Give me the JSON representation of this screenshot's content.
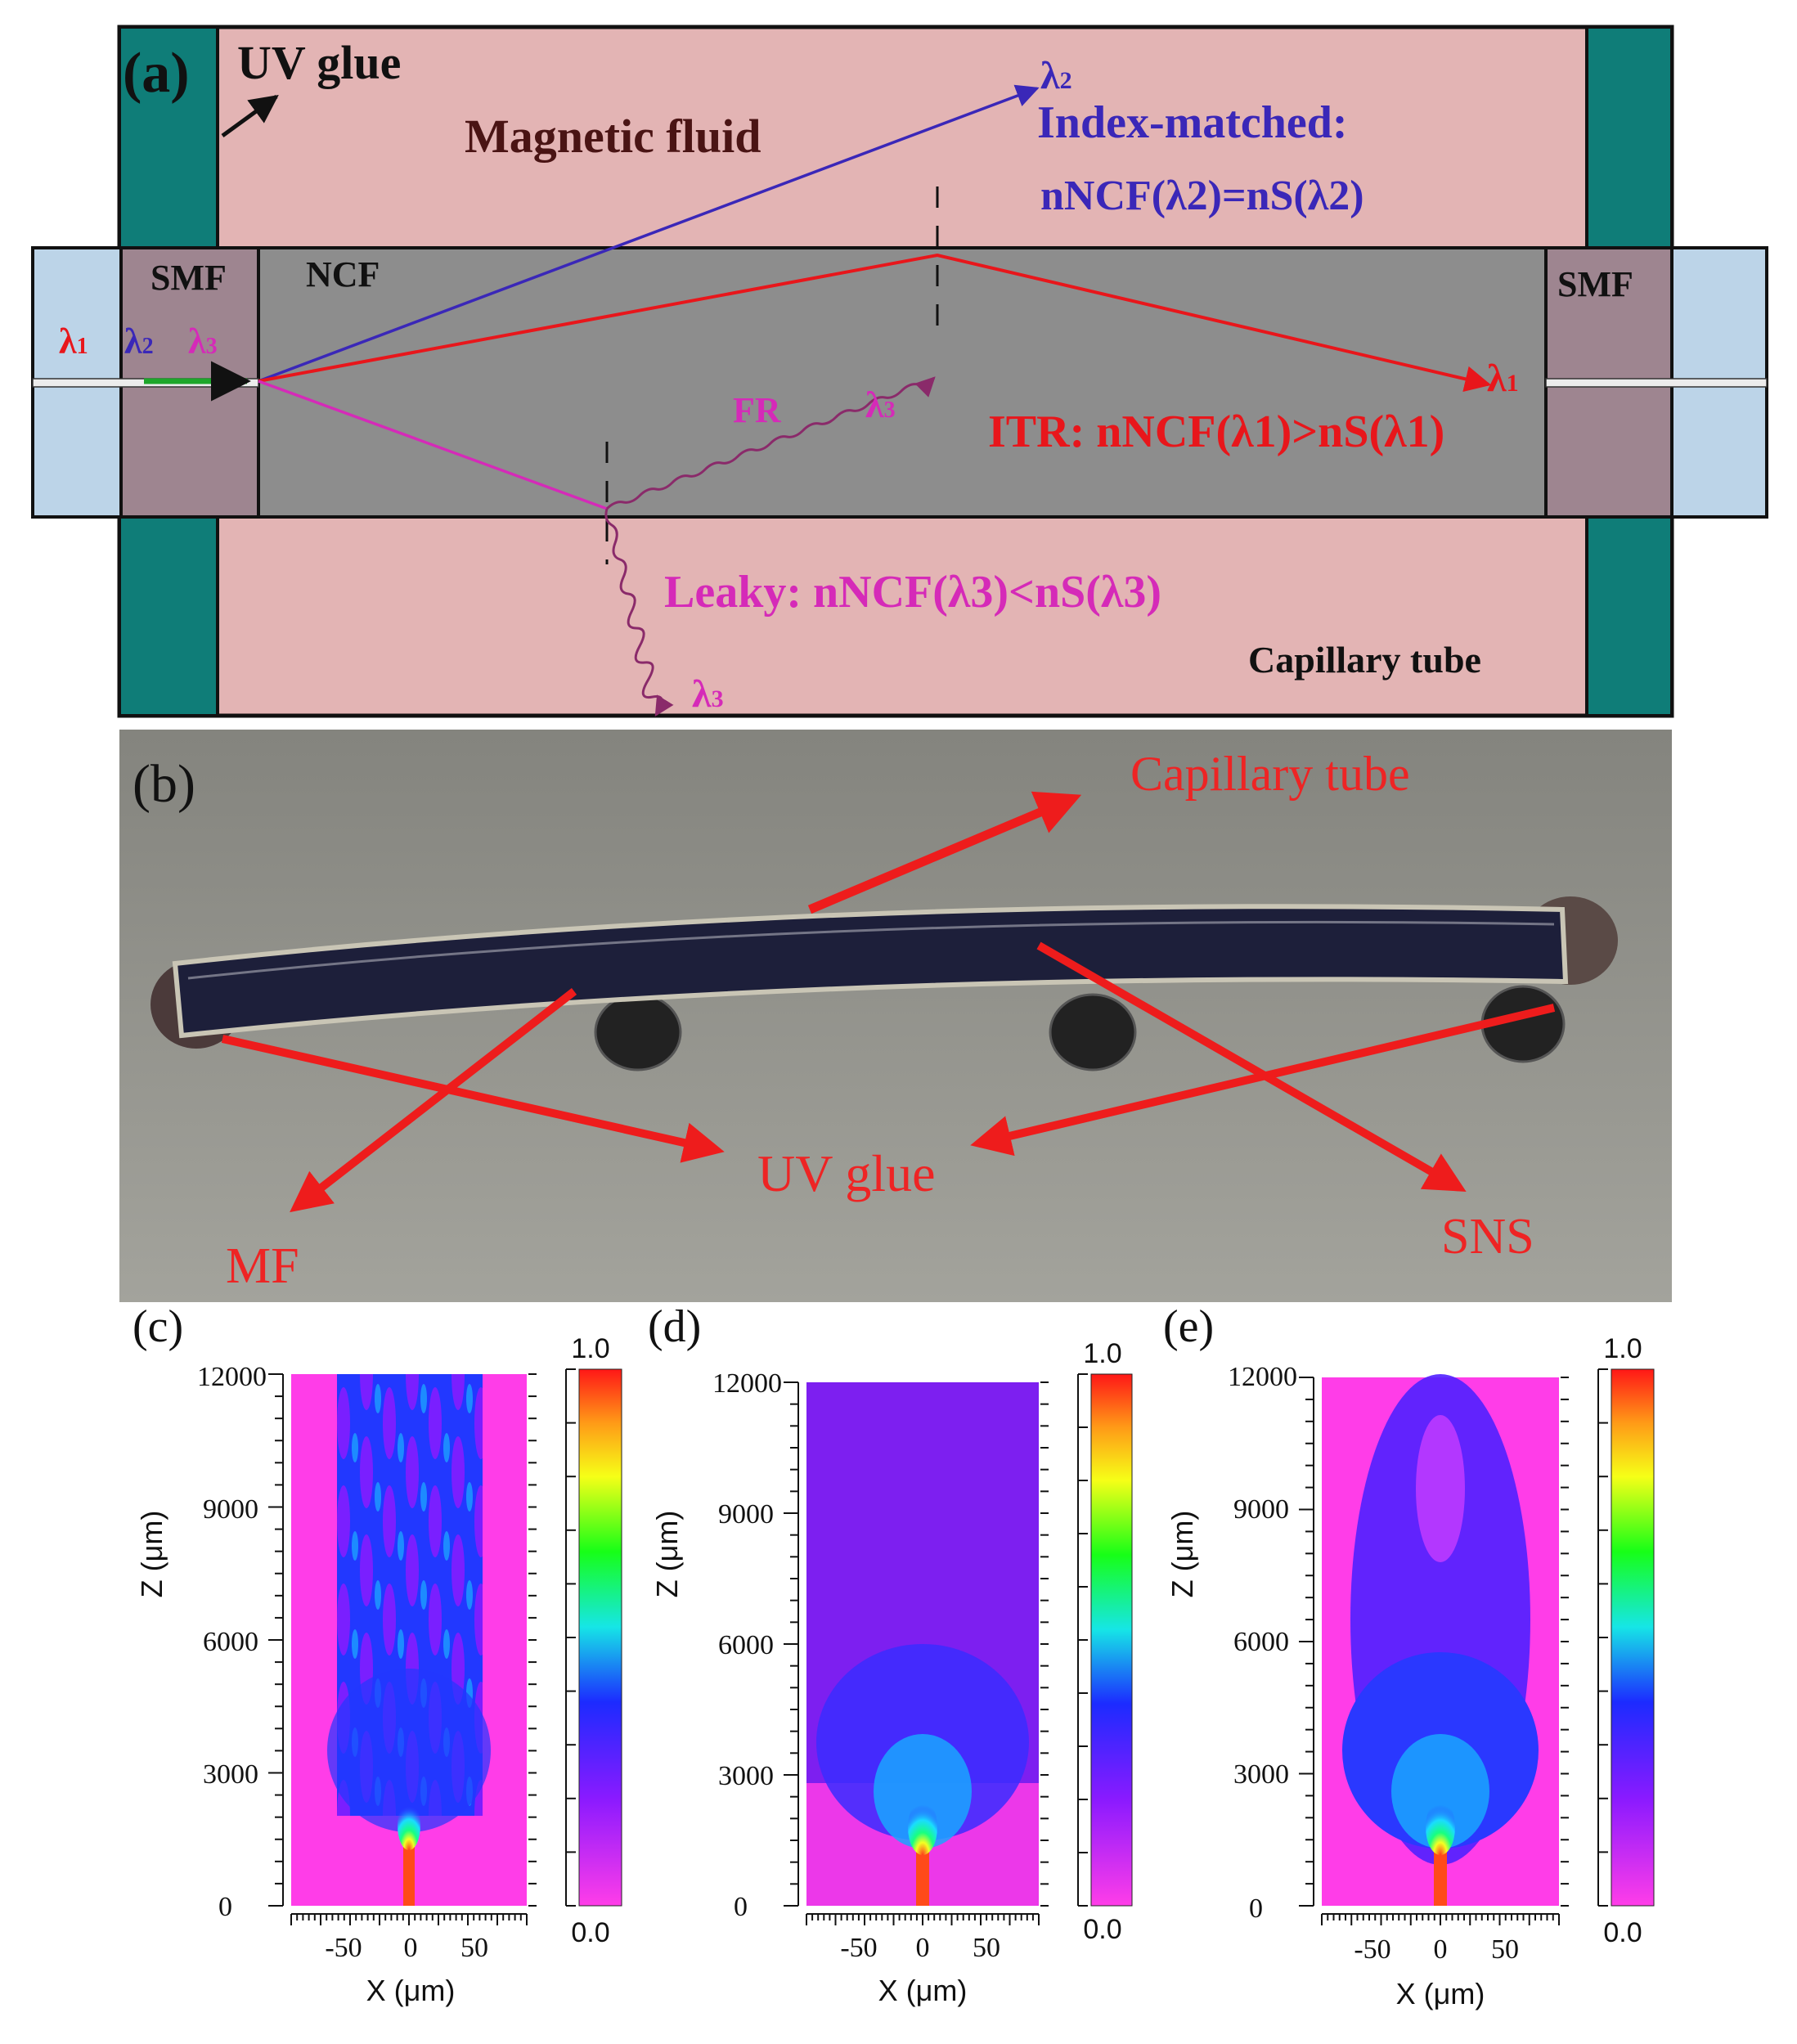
{
  "panel_a": {
    "label": "(a)",
    "uv_glue": "UV glue",
    "magnetic_fluid": "Magnetic fluid",
    "smf_left": "SMF",
    "smf_right": "SMF",
    "ncf": "NCF",
    "lambda1": "λ",
    "lambda1_sub": "1",
    "lambda2": "λ",
    "lambda2_sub": "2",
    "lambda3": "λ",
    "lambda3_sub": "3",
    "index_matched": "Index-matched:",
    "index_matched_eq": "nNCF(λ2)=nS(λ2)",
    "itr_eq": "ITR: nNCF(λ1)>nS(λ1)",
    "leaky_eq": "Leaky: nNCF(λ3)<nS(λ3)",
    "fr": "FR",
    "capillary_tube": "Capillary tube",
    "colors": {
      "fluid": "#e3b4b4",
      "glue": "#0f7d78",
      "core": "#8d8d8d",
      "smf": "#9e8590",
      "fiber": "#bcd4e8",
      "red": "#e8161b",
      "blue": "#3a27b8",
      "magenta": "#d52ab8",
      "green": "#1da62a"
    }
  },
  "panel_b": {
    "label": "(b)",
    "capillary_tube": "Capillary tube",
    "uv_glue": "UV glue",
    "mf": "MF",
    "sns": "SNS"
  },
  "heatmaps": [
    {
      "label": "(c)",
      "xlabel": "X (μm)",
      "ylabel": "Z (μm)",
      "xticks": [
        "-50",
        "0",
        "50"
      ],
      "yticks": [
        "0",
        "3000",
        "6000",
        "9000",
        "12000"
      ],
      "cbar_min": "0.0",
      "cbar_max": "1.0"
    },
    {
      "label": "(d)",
      "xlabel": "X (μm)",
      "ylabel": "Z (μm)",
      "xticks": [
        "-50",
        "0",
        "50"
      ],
      "yticks": [
        "0",
        "3000",
        "6000",
        "9000",
        "12000"
      ],
      "cbar_min": "0.0",
      "cbar_max": "1.0"
    },
    {
      "label": "(e)",
      "xlabel": "X (μm)",
      "ylabel": "Z (μm)",
      "xticks": [
        "-50",
        "0",
        "50"
      ],
      "yticks": [
        "0",
        "3000",
        "6000",
        "9000",
        "12000"
      ],
      "cbar_min": "0.0",
      "cbar_max": "1.0"
    }
  ]
}
